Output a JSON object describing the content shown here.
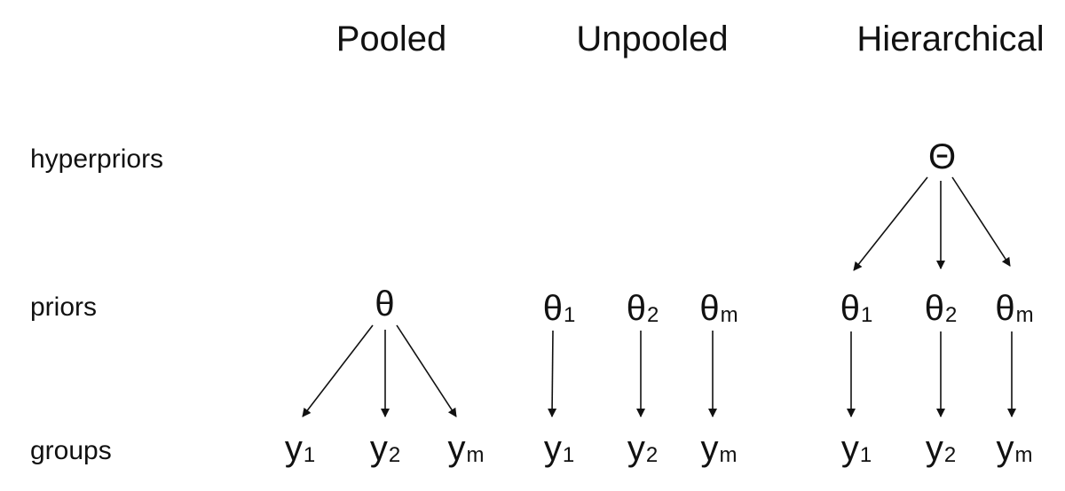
{
  "columns": [
    {
      "title": "Pooled"
    },
    {
      "title": "Unpooled"
    },
    {
      "title": "Hierarchical"
    }
  ],
  "rows": {
    "hyperpriors": "hyperpriors",
    "priors": "priors",
    "groups": "groups"
  },
  "nodes": {
    "pooled_theta": {
      "sym": "θ",
      "sub": ""
    },
    "pooled_y1": {
      "sym": "y",
      "sub": "1"
    },
    "pooled_y2": {
      "sym": "y",
      "sub": "2"
    },
    "pooled_ym": {
      "sym": "y",
      "sub": "m"
    },
    "unpooled_t1": {
      "sym": "θ",
      "sub": "1"
    },
    "unpooled_t2": {
      "sym": "θ",
      "sub": "2"
    },
    "unpooled_tm": {
      "sym": "θ",
      "sub": "m"
    },
    "unpooled_y1": {
      "sym": "y",
      "sub": "1"
    },
    "unpooled_y2": {
      "sym": "y",
      "sub": "2"
    },
    "unpooled_ym": {
      "sym": "y",
      "sub": "m"
    },
    "hier_Theta": {
      "sym": "Θ",
      "sub": ""
    },
    "hier_t1": {
      "sym": "θ",
      "sub": "1"
    },
    "hier_t2": {
      "sym": "θ",
      "sub": "2"
    },
    "hier_tm": {
      "sym": "θ",
      "sub": "m"
    },
    "hier_y1": {
      "sym": "y",
      "sub": "1"
    },
    "hier_y2": {
      "sym": "y",
      "sub": "2"
    },
    "hier_ym": {
      "sym": "y",
      "sub": "m"
    }
  },
  "edges": [
    {
      "from": "pooled_theta",
      "to": "pooled_y1"
    },
    {
      "from": "pooled_theta",
      "to": "pooled_y2"
    },
    {
      "from": "pooled_theta",
      "to": "pooled_ym"
    },
    {
      "from": "unpooled_t1",
      "to": "unpooled_y1"
    },
    {
      "from": "unpooled_t2",
      "to": "unpooled_y2"
    },
    {
      "from": "unpooled_tm",
      "to": "unpooled_ym"
    },
    {
      "from": "hier_Theta",
      "to": "hier_t1"
    },
    {
      "from": "hier_Theta",
      "to": "hier_t2"
    },
    {
      "from": "hier_Theta",
      "to": "hier_tm"
    },
    {
      "from": "hier_t1",
      "to": "hier_y1"
    },
    {
      "from": "hier_t2",
      "to": "hier_y2"
    },
    {
      "from": "hier_tm",
      "to": "hier_ym"
    }
  ],
  "colors": {
    "ink": "#111111",
    "background": "#ffffff"
  }
}
